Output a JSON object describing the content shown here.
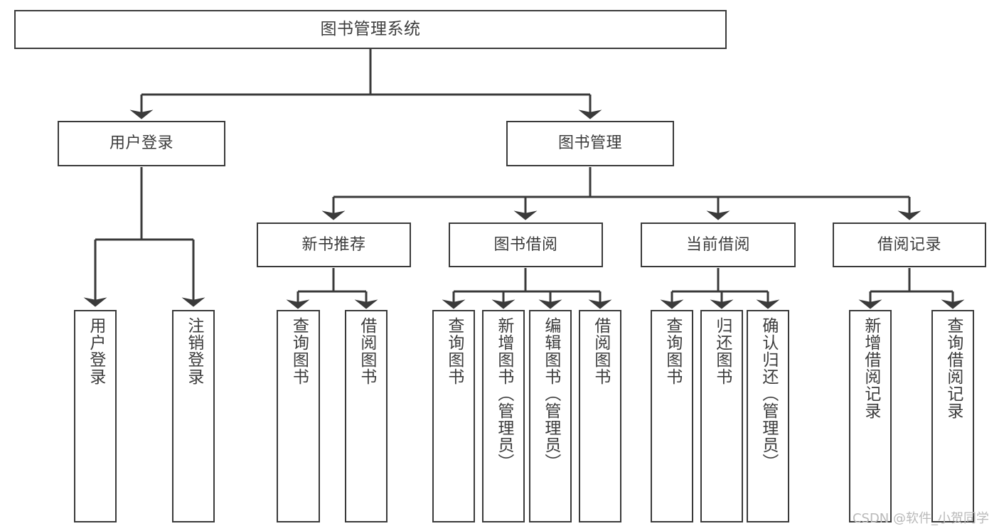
{
  "diagram": {
    "title": "图书管理系统",
    "type": "功能结构图",
    "stroke_color": "#3a3a3a",
    "text_color": "#3c3c3c",
    "background_color": "#ffffff"
  },
  "watermark": {
    "text": "CSDN @软件_小贺同学",
    "color": "#b9b9b9"
  },
  "nodes": {
    "root": {
      "label": "图书管理系统"
    },
    "level1": [
      {
        "label": "用户登录"
      },
      {
        "label": "图书管理"
      }
    ],
    "level2": [
      {
        "label": "新书推荐"
      },
      {
        "label": "图书借阅"
      },
      {
        "label": "当前借阅"
      },
      {
        "label": "借阅记录"
      }
    ],
    "leaves": {
      "user_login": [
        {
          "label": "用户登录"
        },
        {
          "label": "注销登录"
        }
      ],
      "new_book": [
        {
          "label": "查询图书"
        },
        {
          "label": "借阅图书"
        }
      ],
      "book_borrow": [
        {
          "label": "查询图书"
        },
        {
          "label": "新增图书（管理员）"
        },
        {
          "label": "编辑图书（管理员）"
        },
        {
          "label": "借阅图书"
        }
      ],
      "current_borrow": [
        {
          "label": "查询图书"
        },
        {
          "label": "归还图书"
        },
        {
          "label": "确认归还（管理员）"
        }
      ],
      "borrow_record": [
        {
          "label": "新增借阅记录"
        },
        {
          "label": "查询借阅记录"
        }
      ]
    }
  },
  "chart_data": {
    "type": "tree-diagram",
    "title": "图书管理系统",
    "hierarchy": [
      {
        "name": "图书管理系统",
        "children": [
          {
            "name": "用户登录",
            "children": [
              {
                "name": "用户登录"
              },
              {
                "name": "注销登录"
              }
            ]
          },
          {
            "name": "图书管理",
            "children": [
              {
                "name": "新书推荐",
                "children": [
                  {
                    "name": "查询图书"
                  },
                  {
                    "name": "借阅图书"
                  }
                ]
              },
              {
                "name": "图书借阅",
                "children": [
                  {
                    "name": "查询图书"
                  },
                  {
                    "name": "新增图书（管理员）"
                  },
                  {
                    "name": "编辑图书（管理员）"
                  },
                  {
                    "name": "借阅图书"
                  }
                ]
              },
              {
                "name": "当前借阅",
                "children": [
                  {
                    "name": "查询图书"
                  },
                  {
                    "name": "归还图书"
                  },
                  {
                    "name": "确认归还（管理员）"
                  }
                ]
              },
              {
                "name": "借阅记录",
                "children": [
                  {
                    "name": "新增借阅记录"
                  },
                  {
                    "name": "查询借阅记录"
                  }
                ]
              }
            ]
          }
        ]
      }
    ],
    "depth": 4,
    "node_count": 18,
    "orientation": "top-down"
  }
}
